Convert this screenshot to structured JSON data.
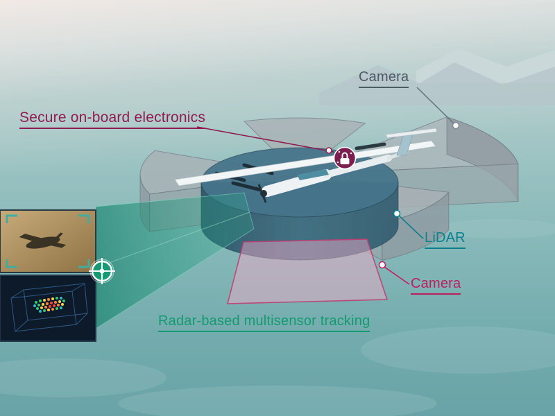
{
  "labels": {
    "camera_top": "Camera",
    "secure_electronics": "Secure on-board electronics",
    "lidar": "LiDAR",
    "camera_bottom": "Camera",
    "radar_tracking": "Radar-based multisensor tracking"
  },
  "colors": {
    "camera_top_label": "#4b5a64",
    "secure_electronics_label": "#8e1c50",
    "lidar_label": "#0d7f8d",
    "camera_bottom_label": "#bc1f60",
    "radar_tracking_label": "#149a70",
    "lidar_cylinder": "#3a6577",
    "camera_fov_pink": "#e9a8c4",
    "radar_fov_green": "#1c9478",
    "sensor_wedge_gray": "#a8b0b4",
    "lock_badge": "#7b1d4e"
  },
  "icons": {
    "secure_lock": "lock-icon",
    "radar_target": "crosshair-icon"
  }
}
